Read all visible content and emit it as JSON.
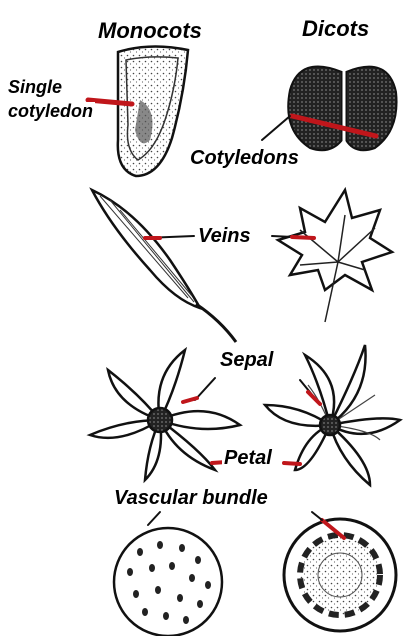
{
  "headers": {
    "monocots": "Monocots",
    "dicots": "Dicots"
  },
  "labels": {
    "single_cotyledon_line1": "Single",
    "single_cotyledon_line2": "cotyledon",
    "cotyledons": "Cotyledons",
    "veins": "Veins",
    "sepal": "Sepal",
    "petal": "Petal",
    "vascular_bundle": "Vascular bundle"
  },
  "colors": {
    "pointer": "#c0161b",
    "ink": "#111111"
  }
}
